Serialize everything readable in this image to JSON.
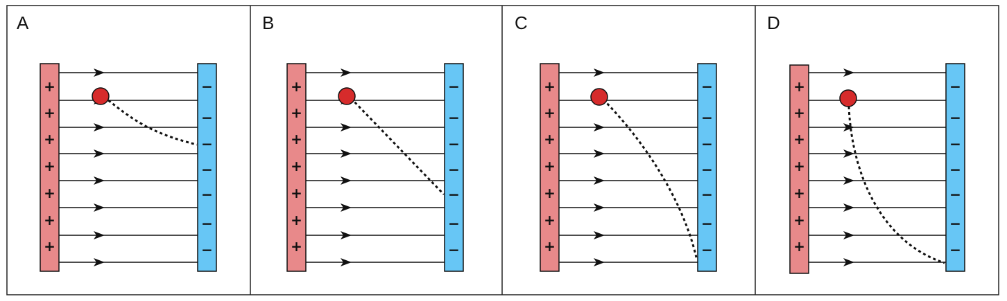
{
  "panels": [
    {
      "label": "A",
      "trajectory": "shallow-curve-to-upper-negative-plate"
    },
    {
      "label": "B",
      "trajectory": "straight-line-to-middle-negative-plate"
    },
    {
      "label": "C",
      "trajectory": "curve-to-bottom-of-negative-plate"
    },
    {
      "label": "D",
      "trajectory": "steep-drop-then-curve-to-bottom-negative-plate"
    }
  ],
  "positive_sign": "+",
  "negative_sign": "−",
  "colors": {
    "positive_plate": "#e8898a",
    "negative_plate": "#67c6f5",
    "charge": "#d62b2b",
    "field_line": "#111111",
    "border": "#222222"
  },
  "icons": {
    "charge": "red-circle-charge",
    "field_arrow": "right-arrowhead"
  }
}
